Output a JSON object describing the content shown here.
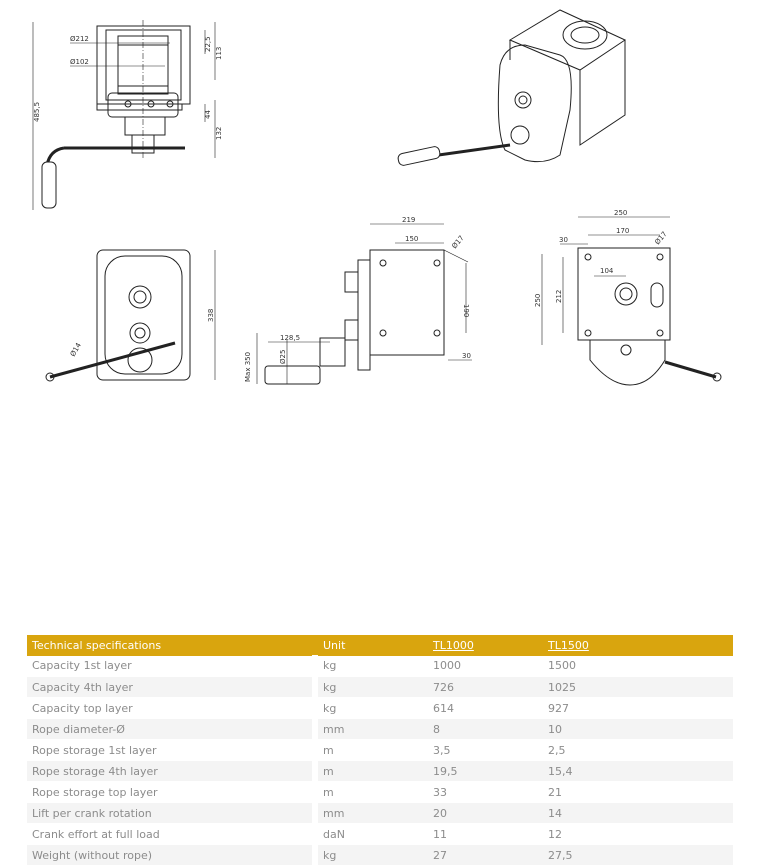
{
  "dimensions": {
    "top_left": {
      "d212": "Ø212",
      "d102": "Ø102",
      "h22_5": "22,5",
      "h113": "113",
      "h485_5": "485,5",
      "h44": "44",
      "h132": "132"
    },
    "front": {
      "h338": "338",
      "d14": "Ø14"
    },
    "side": {
      "w219": "219",
      "w150": "150",
      "d17": "Ø17",
      "h190": "190",
      "h30": "30",
      "w128_5": "128,5",
      "max350": "Max 350",
      "d25": "Ø25"
    },
    "back": {
      "w250": "250",
      "w170": "170",
      "w30": "30",
      "d17": "Ø17",
      "w104": "104",
      "h250": "250",
      "h212": "212"
    }
  },
  "table": {
    "headers": [
      "Technical specifications",
      "Unit",
      "TL1000",
      "TL1500"
    ],
    "rows": [
      [
        "Capacity 1st layer",
        "kg",
        "1000",
        "1500"
      ],
      [
        "Capacity 4th layer",
        "kg",
        "726",
        "1025"
      ],
      [
        "Capacity top layer",
        "kg",
        "614",
        "927"
      ],
      [
        "Rope diameter-Ø",
        "mm",
        "8",
        "10"
      ],
      [
        "Rope storage 1st layer",
        "m",
        "3,5",
        "2,5"
      ],
      [
        "Rope storage 4th layer",
        "m",
        "19,5",
        "15,4"
      ],
      [
        "Rope storage top layer",
        "m",
        "33",
        "21"
      ],
      [
        "Lift per crank rotation",
        "mm",
        "20",
        "14"
      ],
      [
        "Crank effort at full load",
        "daN",
        "11",
        "12"
      ],
      [
        "Weight (without rope)",
        "kg",
        "27",
        "27,5"
      ]
    ]
  }
}
